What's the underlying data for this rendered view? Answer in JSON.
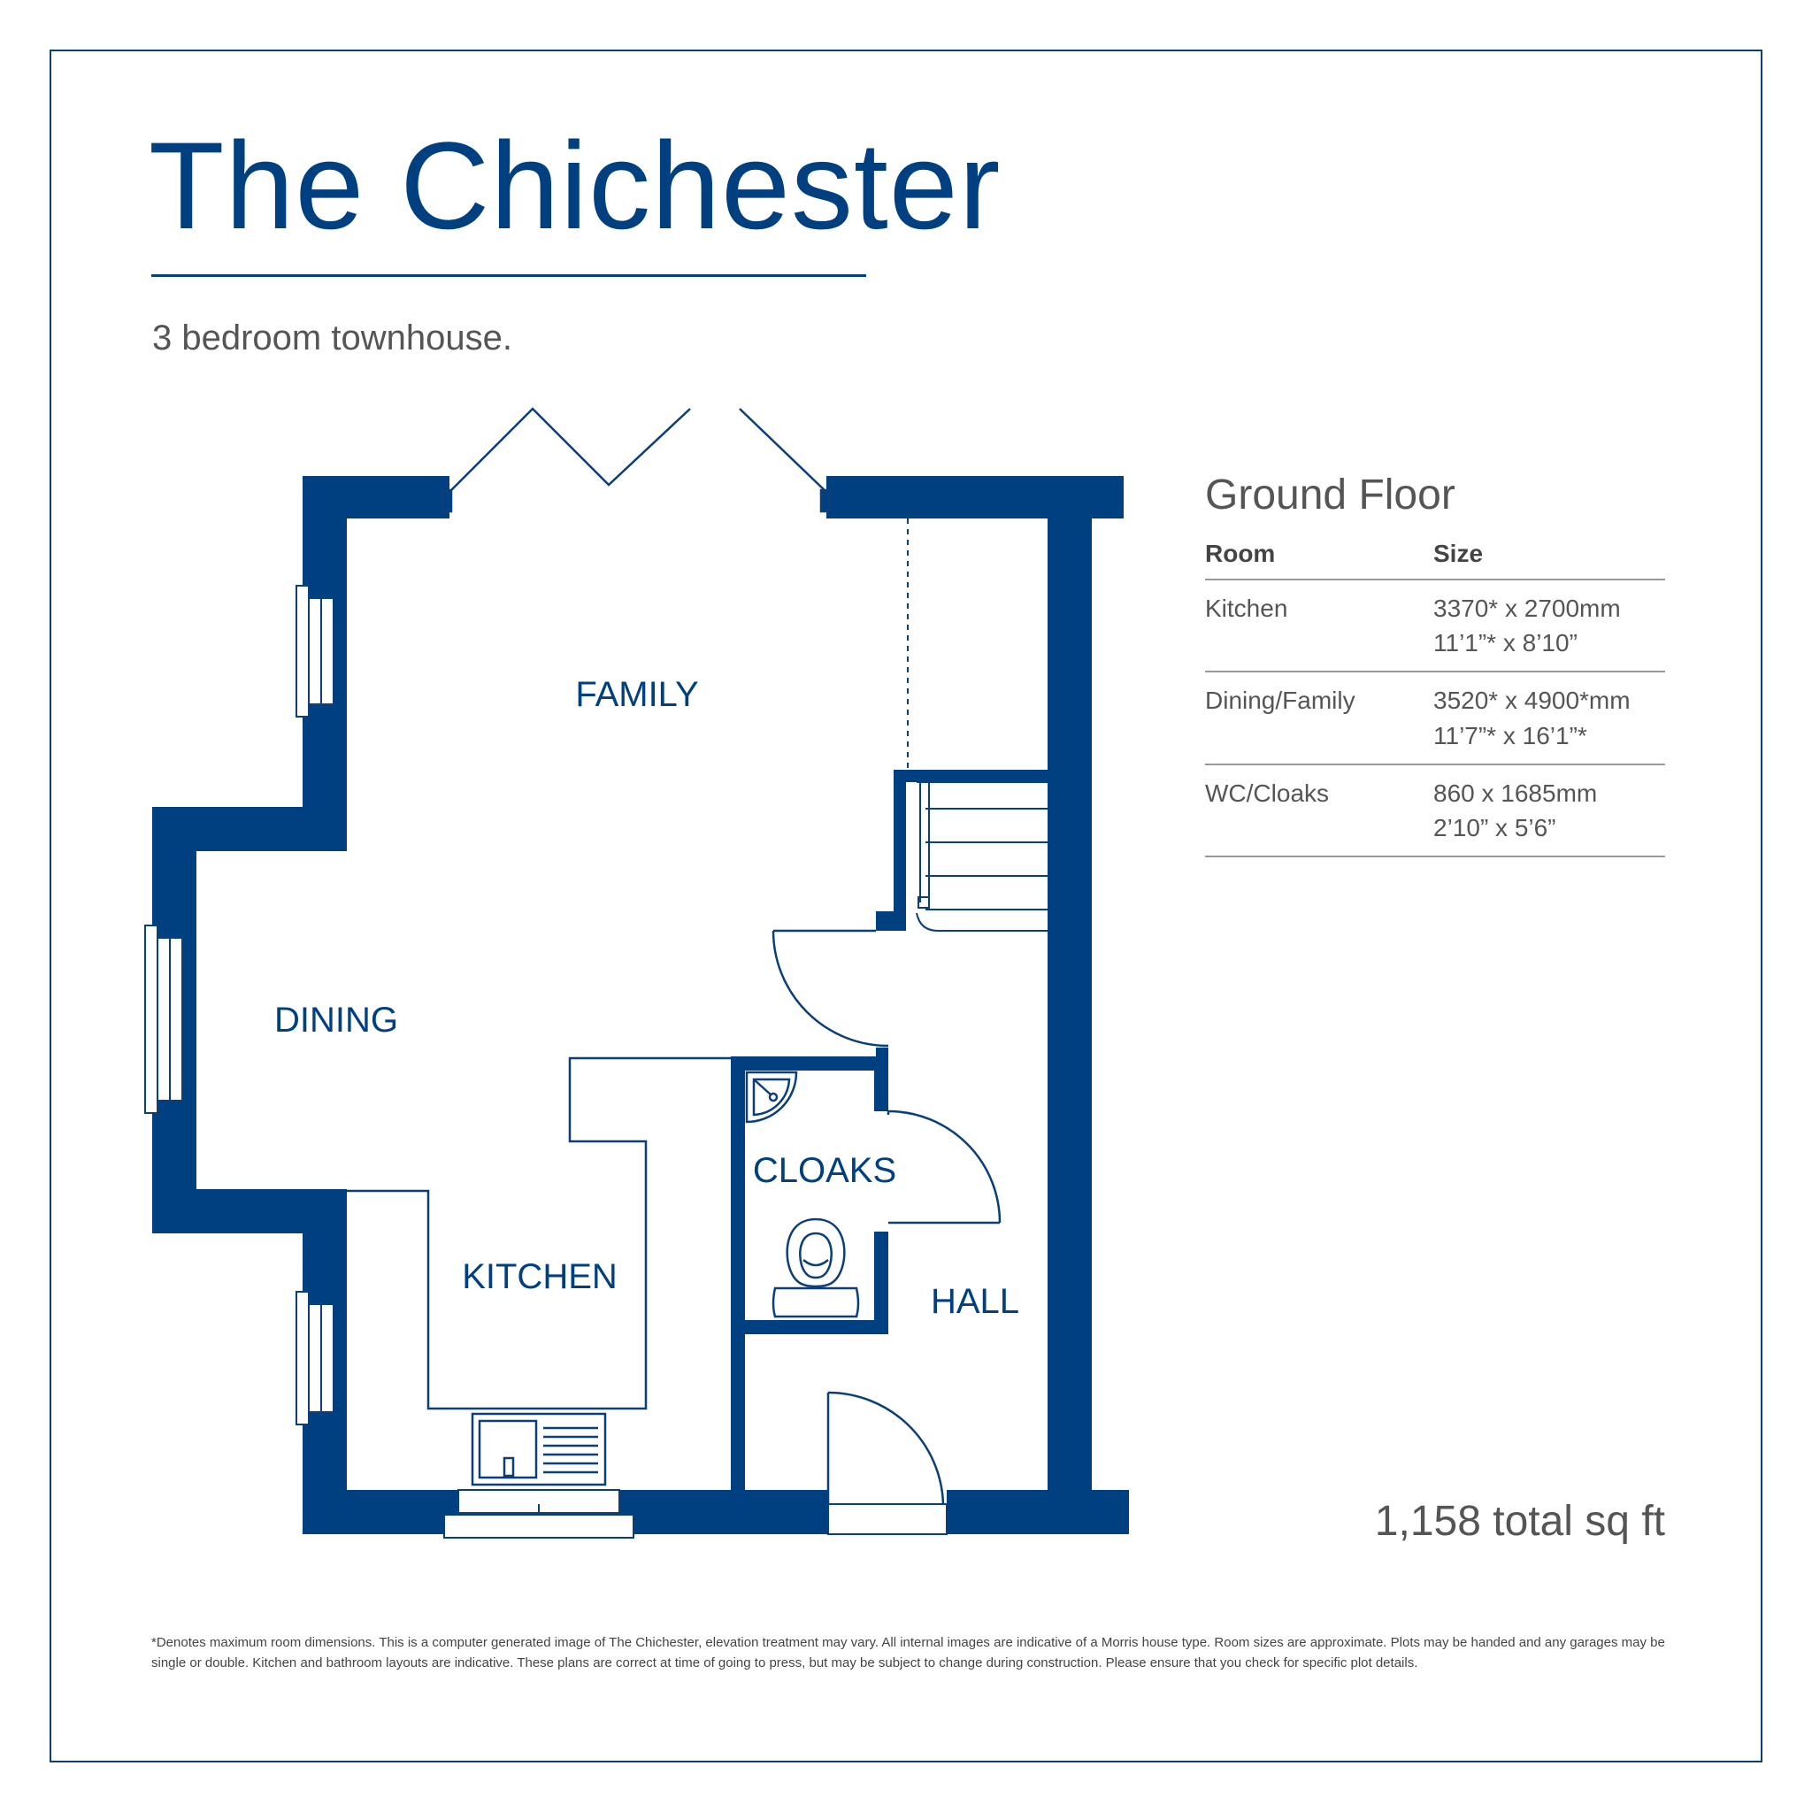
{
  "header": {
    "title": "The Chichester",
    "subtitle": "3 bedroom townhouse."
  },
  "plan": {
    "rooms": {
      "family": "FAMILY",
      "dining": "DINING",
      "kitchen": "KITCHEN",
      "cloaks": "CLOAKS",
      "hall": "HALL"
    },
    "colors": {
      "wall": "#004080",
      "line": "#0a3f7a"
    }
  },
  "schedule": {
    "heading": "Ground Floor",
    "columns": {
      "room": "Room",
      "size": "Size"
    },
    "rows": [
      {
        "room": "Kitchen",
        "metric": "3370* x 2700mm",
        "imperial": "11’1”* x 8’10”"
      },
      {
        "room": "Dining/Family",
        "metric": "3520* x 4900*mm",
        "imperial": "11’7”* x 16’1”*"
      },
      {
        "room": "WC/Cloaks",
        "metric": "860 x 1685mm",
        "imperial": "2’10” x 5’6”"
      }
    ]
  },
  "total_area": "1,158 total sq ft",
  "footnote": "*Denotes maximum room dimensions. This is a computer generated image of The Chichester, elevation treatment may vary. All internal images are indicative of a Morris house type. Room sizes are approximate. Plots may be handed and any garages may be single or double. Kitchen and bathroom layouts are indicative. These plans are correct at time of going to press, but may be subject to change during construction. Please ensure that you check for specific plot details."
}
